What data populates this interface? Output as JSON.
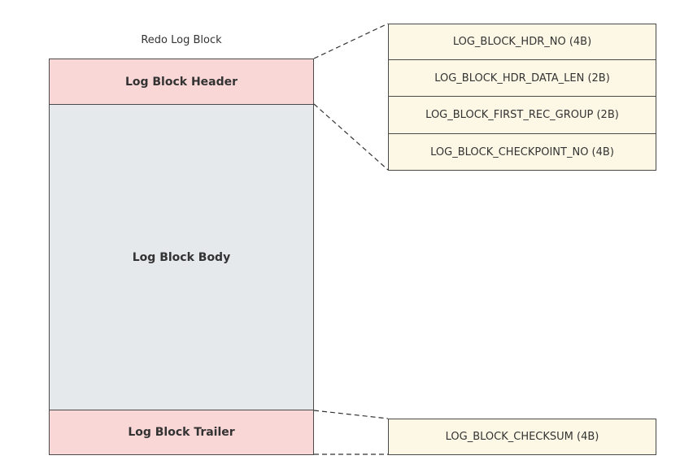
{
  "diagram": {
    "title": "Redo Log Block",
    "sections": {
      "header": "Log Block Header",
      "body": "Log Block Body",
      "trailer": "Log Block Trailer"
    },
    "header_fields": [
      "LOG_BLOCK_HDR_NO (4B)",
      "LOG_BLOCK_HDR_DATA_LEN (2B)",
      "LOG_BLOCK_FIRST_REC_GROUP (2B)",
      "LOG_BLOCK_CHECKPOINT_NO (4B)"
    ],
    "trailer_fields": [
      "LOG_BLOCK_CHECKSUM (4B)"
    ],
    "colors": {
      "header_trailer_fill": "#f8d7d6",
      "body_fill": "#e5e9ec",
      "field_fill": "#fdf8e5",
      "border": "#4a4a4a"
    }
  }
}
